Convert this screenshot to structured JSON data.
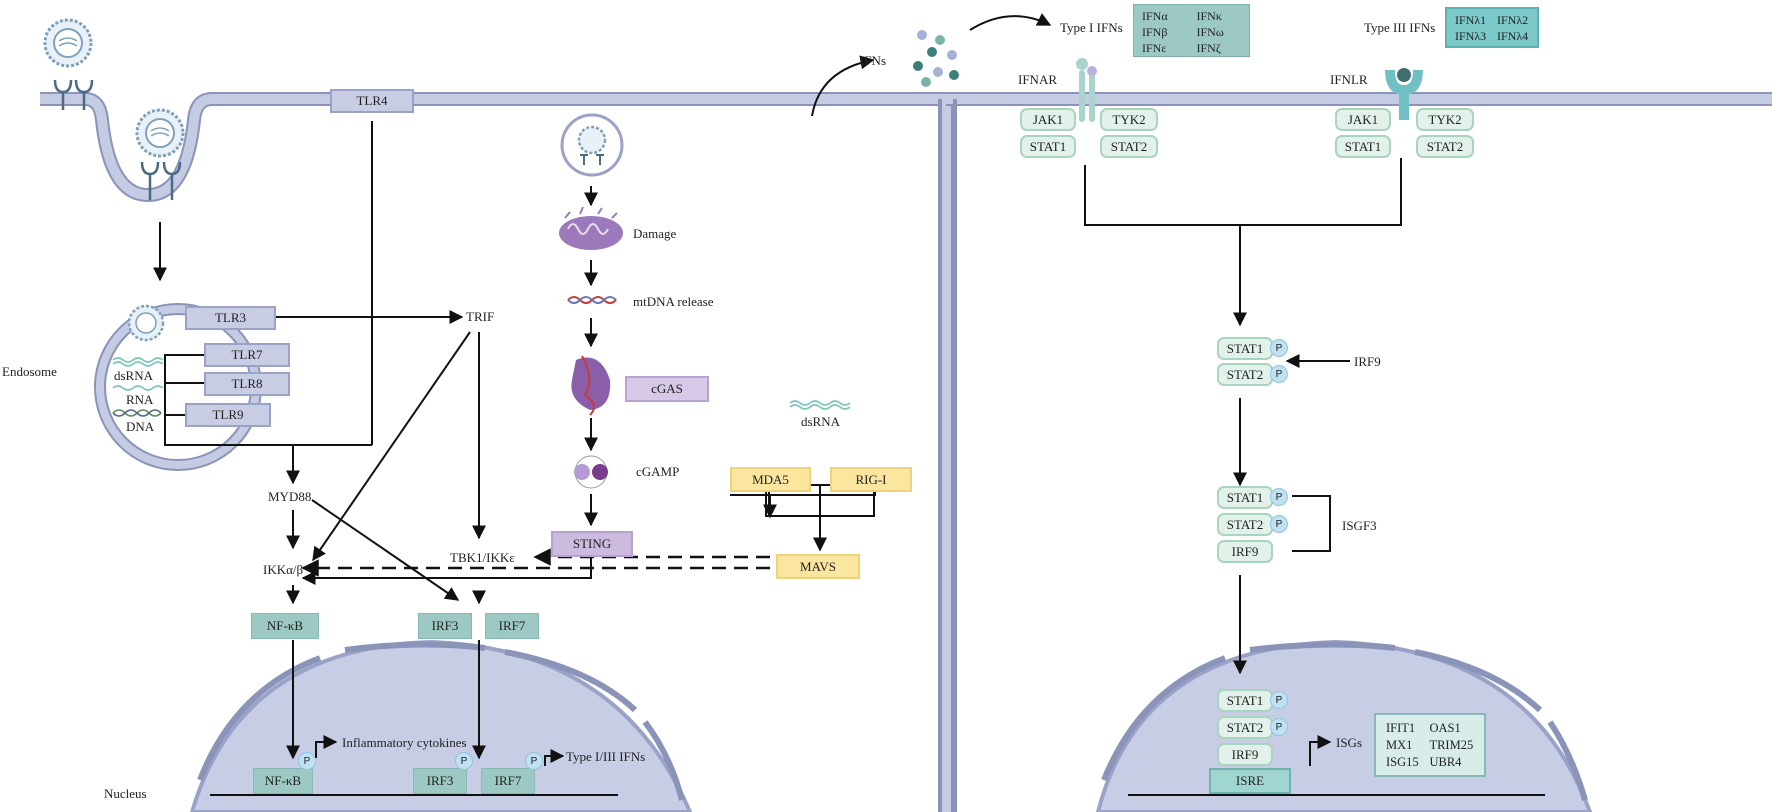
{
  "left_panel": {
    "tlr4": "TLR4",
    "endosome_label": "Endosome",
    "tlr3": "TLR3",
    "tlr7": "TLR7",
    "tlr8": "TLR8",
    "tlr9": "TLR9",
    "dsrna": "dsRNA",
    "rna": "RNA",
    "dna": "DNA",
    "trif": "TRIF",
    "myd88": "MYD88",
    "ikk": "IKKα/β",
    "tbk1": "TBK1/IKKε",
    "nfkb": "NF-κB",
    "irf3": "IRF3",
    "irf7": "IRF7",
    "nucleus_label": "Nucleus",
    "nfkb_nuc": "NF-κB",
    "irf3_nuc": "IRF3",
    "irf7_nuc": "IRF7",
    "inflammatory": "Inflammatory cytokines",
    "type13": "Type I/III IFNs",
    "p": "P"
  },
  "middle_panel": {
    "damage": "Damage",
    "mtdna": "mtDNA release",
    "cgas": "cGAS",
    "cgamp": "cGAMP",
    "sting": "STING",
    "dsrna": "dsRNA",
    "mda5": "MDA5",
    "rigi": "RIG-I",
    "mavs": "MAVS",
    "ifns": "IFNs"
  },
  "right_panel": {
    "type1_label": "Type I IFNs",
    "type1_list": [
      "IFNα",
      "IFNκ",
      "IFNβ",
      "IFNω",
      "IFNε",
      "IFNζ"
    ],
    "type3_label": "Type III IFNs",
    "type3_list": [
      "IFNλ1",
      "IFNλ2",
      "IFNλ3",
      "IFNλ4"
    ],
    "ifnar": "IFNAR",
    "ifnlr": "IFNLR",
    "jak1": "JAK1",
    "tyk2": "TYK2",
    "stat1": "STAT1",
    "stat2": "STAT2",
    "irf9": "IRF9",
    "isgf3": "ISGF3",
    "isre": "ISRE",
    "isgs": "ISGs",
    "isg_list": [
      "IFIT1",
      "OAS1",
      "MX1",
      "TRIM25",
      "ISG15",
      "UBR4"
    ]
  },
  "colors": {
    "membrane": "#b9bfd9",
    "membrane_edge": "#8a93b8",
    "nucleus": "#c5cbe5",
    "nucleus_edge": "#9aa2c7",
    "tlr": "#c9cde3",
    "teal": "#9cc9c4",
    "yellow": "#fbe6a0",
    "sting": "#ccbadf",
    "green_pill": "#e2f2ea",
    "p_circle": "#bfe1f2"
  }
}
